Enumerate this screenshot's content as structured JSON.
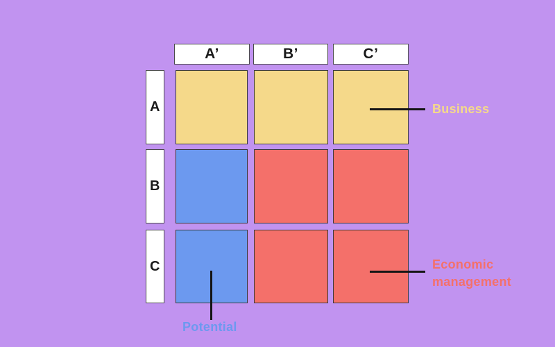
{
  "diagram": {
    "column_headers": [
      "A’",
      "B’",
      "C’"
    ],
    "row_headers": [
      "A",
      "B",
      "C"
    ],
    "cells": [
      [
        "business",
        "business",
        "business"
      ],
      [
        "potential",
        "economic",
        "economic"
      ],
      [
        "potential",
        "economic",
        "economic"
      ]
    ]
  },
  "labels": {
    "business": "Business",
    "economic": "Economic management",
    "potential": "Potential"
  },
  "colors": {
    "background": "#C193F0",
    "business": "#F5D98A",
    "economic": "#F4706A",
    "potential": "#6C99EF",
    "line": "#151515",
    "header_bg": "#FFFFFF",
    "header_text": "#1A1A1A"
  }
}
